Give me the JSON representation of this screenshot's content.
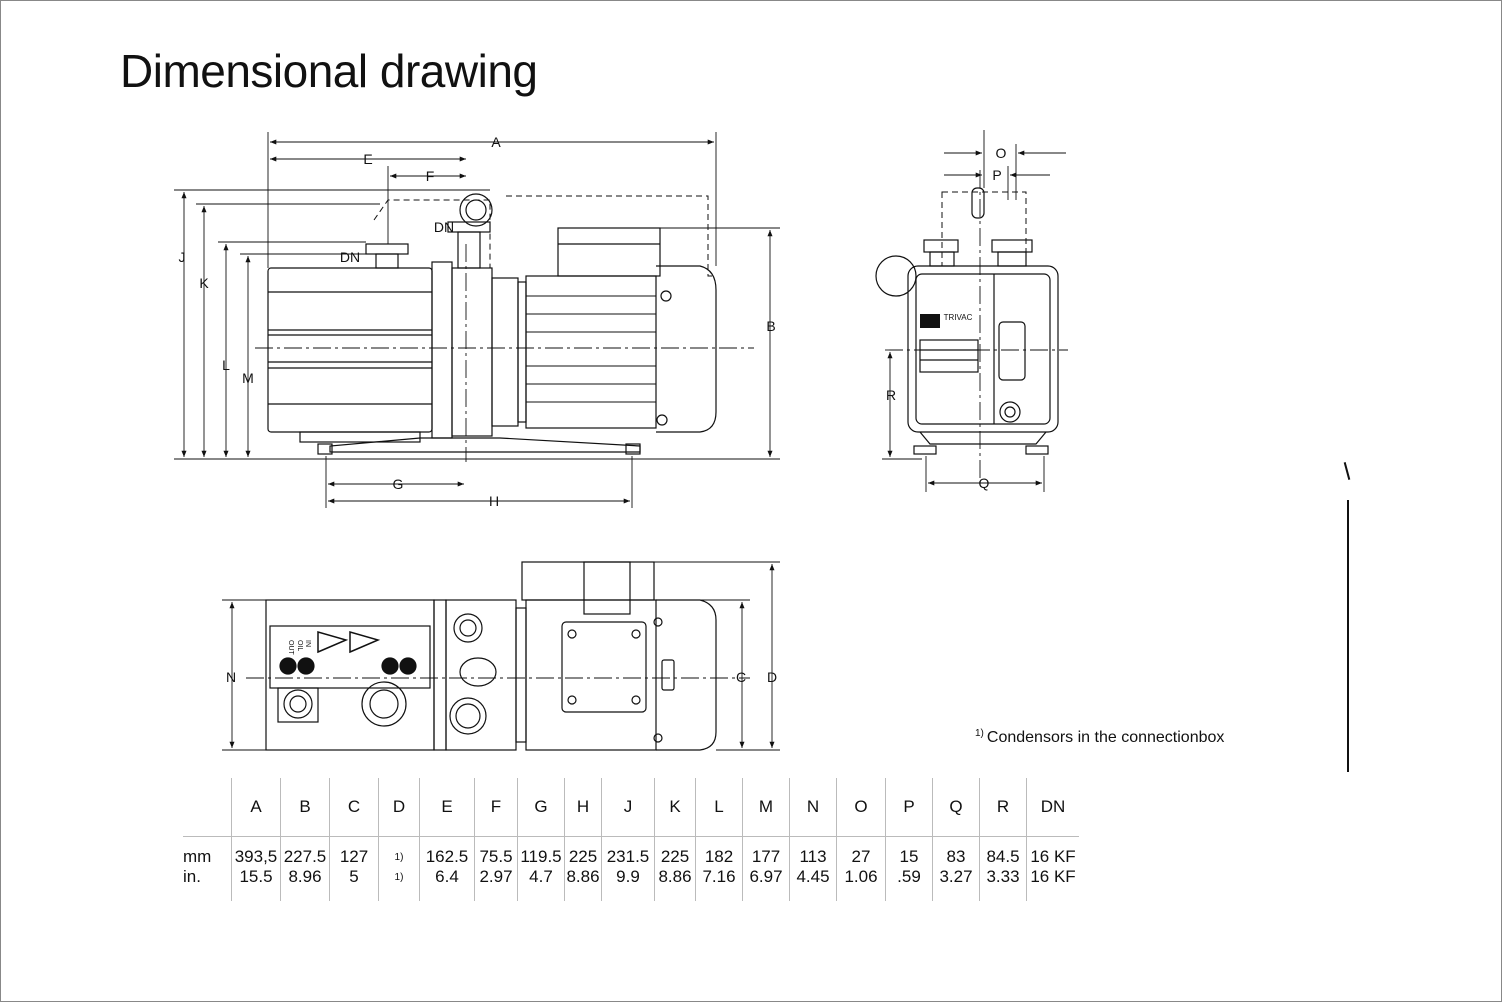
{
  "title": "Dimensional drawing",
  "labels": {
    "A": "A",
    "B": "B",
    "C": "C",
    "D": "D",
    "E": "E",
    "F": "F",
    "G": "G",
    "H": "H",
    "J": "J",
    "K": "K",
    "L": "L",
    "M": "M",
    "N": "N",
    "O": "O",
    "P": "P",
    "Q": "Q",
    "R": "R",
    "DN1": "DN",
    "DN2": "DN",
    "brand": "TRIVAC",
    "oil": "OIL",
    "in": "IN",
    "out": "OUT"
  },
  "note": {
    "marker": "1)",
    "text": "Condensors in the connectionbox"
  },
  "table": {
    "headers": [
      "A",
      "B",
      "C",
      "D",
      "E",
      "F",
      "G",
      "H",
      "J",
      "K",
      "L",
      "M",
      "N",
      "O",
      "P",
      "Q",
      "R",
      "DN"
    ],
    "rows": [
      {
        "unit": "mm",
        "values": [
          "393,5",
          "227.5",
          "127",
          "1)",
          "162.5",
          "75.5",
          "119.5",
          "225",
          "231.5",
          "225",
          "182",
          "177",
          "113",
          "27",
          "15",
          "83",
          "84.5",
          "16 KF"
        ]
      },
      {
        "unit": "in.",
        "values": [
          "15.5",
          "8.96",
          "5",
          "1)",
          "6.4",
          "2.97",
          "4.7",
          "8.86",
          "9.9",
          "8.86",
          "7.16",
          "6.97",
          "4.45",
          "1.06",
          ".59",
          "3.27",
          "3.33",
          "16 KF"
        ]
      }
    ]
  }
}
